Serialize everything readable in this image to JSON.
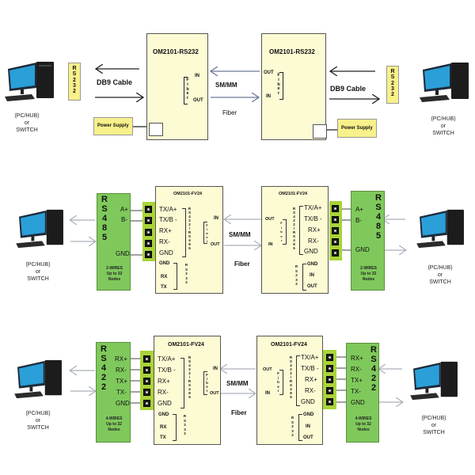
{
  "diagram": {
    "rows": [
      {
        "id": "rs232",
        "left_converter": {
          "title": "OM2101-RS232",
          "fiber_label": "Fiber",
          "in_label": "IN",
          "out_label": "OUT"
        },
        "right_converter": {
          "title": "OM2101-RS232",
          "fiber_label": "Fiber",
          "in_label": "IN",
          "out_label": "OUT"
        },
        "left_port_label": "RS 232",
        "right_port_label": "RS 232",
        "cable_label": "DB9 Cable",
        "power_supply_label": "Power Supply",
        "link_label": "SM/MM",
        "link_sublabel": "Fiber",
        "pc_caption": [
          "(PC/HUB)",
          "or",
          "SWITCH"
        ]
      },
      {
        "id": "rs485",
        "converter_title": "OM2101-FV24",
        "pins": [
          "TX/A+",
          "TX/B -",
          "RX+",
          "RX-",
          "GND"
        ],
        "rs422_485_label": "RS 422/RS 485",
        "rs232_label": "RS 232",
        "left_rs232_pins": [
          "GND",
          "RX",
          "TX"
        ],
        "right_rs232_pins": [
          "GND",
          "IN",
          "OUT"
        ],
        "fiber_label": "Fiber",
        "in_label": "IN",
        "out_label": "OUT",
        "bus_label": "RS 485",
        "bus_pins": [
          "A+",
          "B-",
          "GND"
        ],
        "bus_note": [
          "2-WIRES",
          "Up to 32",
          "Nodes"
        ],
        "link_label": "SM/MM",
        "link_sublabel": "Fiber",
        "pc_caption": [
          "(PC/HUB)",
          "or",
          "SWITCH"
        ]
      },
      {
        "id": "rs422",
        "converter_title": "OM2101-FV24",
        "pins": [
          "TX/A+",
          "TX/B -",
          "RX+",
          "RX-",
          "GND"
        ],
        "rs422_485_label": "RS 422/RS 485",
        "rs232_label": "RS 232",
        "left_rs232_pins": [
          "GND",
          "RX",
          "TX"
        ],
        "right_rs232_pins": [
          "GND",
          "IN",
          "OUT"
        ],
        "fiber_label": "Fiber",
        "in_label": "IN",
        "out_label": "OUT",
        "bus_label": "RS 422",
        "bus_pins": [
          "RX+",
          "RX-",
          "TX+",
          "TX-",
          "GND"
        ],
        "bus_note": [
          "4-WIRES",
          "Up to 32",
          "Nodes"
        ],
        "link_label": "SM/MM",
        "link_sublabel": "Fiber",
        "pc_caption": [
          "(PC/HUB)",
          "or",
          "SWITCH"
        ]
      }
    ],
    "colors": {
      "converter_fill": "#fdfbd4",
      "label_fill": "#f8f08a",
      "bus_fill": "#7fc95c",
      "terminal_strip": "#a9d338",
      "fiber_line": "#7788aa"
    }
  }
}
